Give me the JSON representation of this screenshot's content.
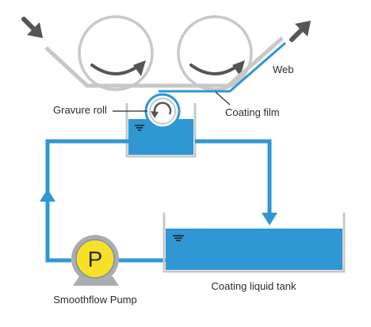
{
  "labels": {
    "web": "Web",
    "gravure_roll": "Gravure roll",
    "coating_film": "Coating film",
    "pump_symbol": "P",
    "pump": "Smoothflow Pump",
    "tank": "Coating liquid tank"
  },
  "colors": {
    "liquid": "#2f97d3",
    "roll_outline": "#c8c8c8",
    "web_line": "#c8c8c8",
    "arrow_dark": "#555555",
    "pump_yellow": "#f6e12a",
    "pump_body": "#a9acb1",
    "vessel_wall": "#c8c8c8"
  }
}
